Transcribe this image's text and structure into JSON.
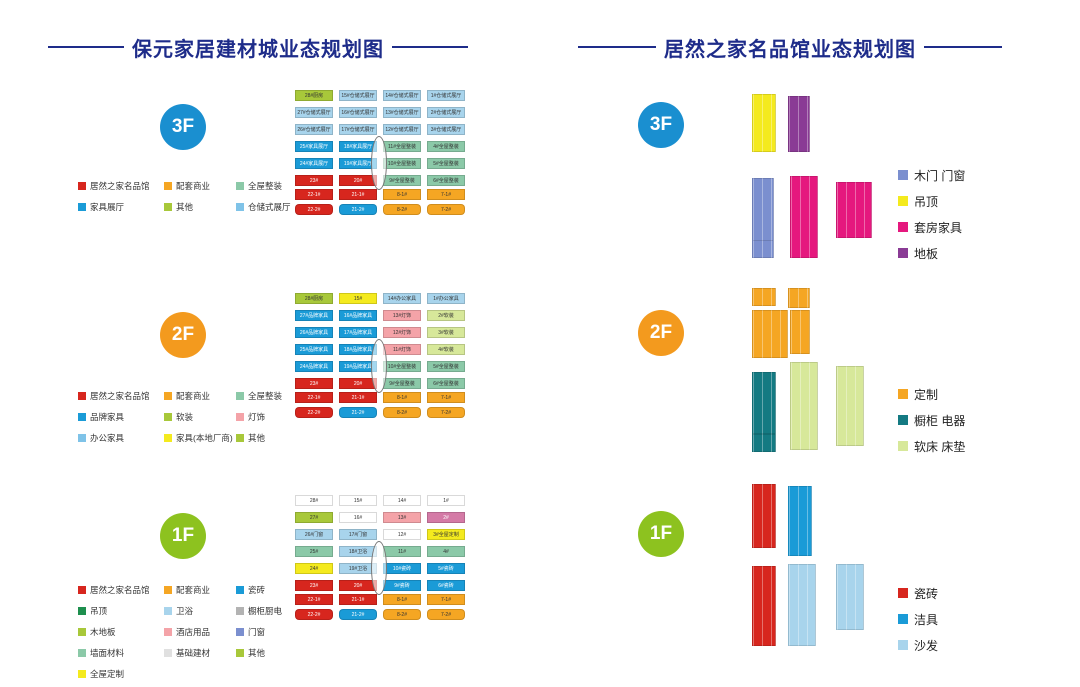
{
  "left_title": "保元家居建材城业态规划图",
  "right_title": "居然之家名品馆业态规划图",
  "colors": {
    "brand": "#1e2c8a",
    "3F": "#1a8fd0",
    "2F": "#f39a1e",
    "1F": "#8dc21f"
  },
  "floors": [
    {
      "label": "3F",
      "legend": [
        {
          "text": "居然之家名品馆",
          "color": "#d7261e"
        },
        {
          "text": "配套商业",
          "color": "#f5a623"
        },
        {
          "text": "全屋整装",
          "color": "#8bc9a8"
        },
        {
          "text": "家具展厅",
          "color": "#1a9bd7"
        },
        {
          "text": "其他",
          "color": "#a8c83a"
        },
        {
          "text": "仓储式展厅",
          "color": "#7fc3e8"
        }
      ],
      "grid": [
        [
          {
            "t": "28#厨房",
            "c": "#a8c83a"
          },
          {
            "t": "15#仓储式展厅",
            "c": "#a8d4ec"
          },
          {
            "t": "14#仓储式展厅",
            "c": "#a8d4ec"
          },
          {
            "t": "1#仓储式展厅",
            "c": "#a8d4ec"
          }
        ],
        [
          {
            "t": "27#仓储式展厅",
            "c": "#a8d4ec"
          },
          {
            "t": "16#仓储式展厅",
            "c": "#a8d4ec"
          },
          {
            "t": "13#仓储式展厅",
            "c": "#a8d4ec"
          },
          {
            "t": "2#仓储式展厅",
            "c": "#a8d4ec"
          }
        ],
        [
          {
            "t": "26#仓储式展厅",
            "c": "#a8d4ec"
          },
          {
            "t": "17#仓储式展厅",
            "c": "#a8d4ec"
          },
          {
            "t": "12#仓储式展厅",
            "c": "#a8d4ec"
          },
          {
            "t": "3#仓储式展厅",
            "c": "#a8d4ec"
          }
        ],
        [
          {
            "t": "25#家具展厅",
            "c": "#1a9bd7",
            "d": 1
          },
          {
            "t": "18#家具展厅",
            "c": "#1a9bd7",
            "d": 1
          },
          {
            "t": "11#全屋整装",
            "c": "#8bc9a8"
          },
          {
            "t": "4#全屋整装",
            "c": "#8bc9a8"
          }
        ],
        [
          {
            "t": "24#家具展厅",
            "c": "#1a9bd7",
            "d": 1
          },
          {
            "t": "19#家具展厅",
            "c": "#1a9bd7",
            "d": 1
          },
          {
            "t": "10#全屋整装",
            "c": "#8bc9a8"
          },
          {
            "t": "5#全屋整装",
            "c": "#8bc9a8"
          }
        ],
        [
          {
            "t": "23#",
            "c": "#d7261e",
            "d": 1
          },
          {
            "t": "20#",
            "c": "#d7261e",
            "d": 1
          },
          {
            "t": "9#全屋整装",
            "c": "#8bc9a8"
          },
          {
            "t": "6#全屋整装",
            "c": "#8bc9a8"
          }
        ],
        [
          {
            "t": "22-1#",
            "c": "#d7261e",
            "d": 1
          },
          {
            "t": "21-1#",
            "c": "#d7261e",
            "d": 1
          },
          {
            "t": "8-1#",
            "c": "#f5a623"
          },
          {
            "t": "7-1#",
            "c": "#f5a623"
          }
        ],
        [
          {
            "t": "22-2#",
            "c": "#d7261e",
            "d": 1
          },
          {
            "t": "21-2#",
            "c": "#1a9bd7",
            "d": 1
          },
          {
            "t": "8-2#",
            "c": "#f5a623"
          },
          {
            "t": "7-2#",
            "c": "#f5a623"
          }
        ]
      ],
      "right_legend": [
        {
          "text": "木门 门窗",
          "color": "#7b8fcf"
        },
        {
          "text": "吊顶",
          "color": "#f4ea1e"
        },
        {
          "text": "套房家具",
          "color": "#e5187e"
        },
        {
          "text": "地板",
          "color": "#8a3b95"
        }
      ]
    },
    {
      "label": "2F",
      "legend": [
        {
          "text": "居然之家名品馆",
          "color": "#d7261e"
        },
        {
          "text": "配套商业",
          "color": "#f5a623"
        },
        {
          "text": "全屋整装",
          "color": "#8bc9a8"
        },
        {
          "text": "品牌家具",
          "color": "#1a9bd7"
        },
        {
          "text": "软装",
          "color": "#a8c83a"
        },
        {
          "text": "灯饰",
          "color": "#f4a3a8"
        },
        {
          "text": "办公家具",
          "color": "#7fc3e8"
        },
        {
          "text": "家具(本地厂商)",
          "color": "#f4ea1e"
        },
        {
          "text": "其他",
          "color": "#a8c83a"
        }
      ],
      "grid": [
        [
          {
            "t": "28#厨房",
            "c": "#a8c83a"
          },
          {
            "t": "15#",
            "c": "#f4ea1e"
          },
          {
            "t": "14#办公家具",
            "c": "#a8d4ec"
          },
          {
            "t": "1#办公家具",
            "c": "#a8d4ec"
          }
        ],
        [
          {
            "t": "27#品牌家具",
            "c": "#1a9bd7",
            "d": 1
          },
          {
            "t": "16#品牌家具",
            "c": "#1a9bd7",
            "d": 1
          },
          {
            "t": "13#灯饰",
            "c": "#f4a3a8"
          },
          {
            "t": "2#软装",
            "c": "#d7e89a"
          }
        ],
        [
          {
            "t": "26#品牌家具",
            "c": "#1a9bd7",
            "d": 1
          },
          {
            "t": "17#品牌家具",
            "c": "#1a9bd7",
            "d": 1
          },
          {
            "t": "12#灯饰",
            "c": "#f4a3a8"
          },
          {
            "t": "3#软装",
            "c": "#d7e89a"
          }
        ],
        [
          {
            "t": "25#品牌家具",
            "c": "#1a9bd7",
            "d": 1
          },
          {
            "t": "18#品牌家具",
            "c": "#1a9bd7",
            "d": 1
          },
          {
            "t": "11#灯饰",
            "c": "#f4a3a8"
          },
          {
            "t": "4#软装",
            "c": "#d7e89a"
          }
        ],
        [
          {
            "t": "24#品牌家具",
            "c": "#1a9bd7",
            "d": 1
          },
          {
            "t": "19#品牌家具",
            "c": "#1a9bd7",
            "d": 1
          },
          {
            "t": "10#全屋整装",
            "c": "#8bc9a8"
          },
          {
            "t": "5#全屋整装",
            "c": "#8bc9a8"
          }
        ],
        [
          {
            "t": "23#",
            "c": "#d7261e",
            "d": 1
          },
          {
            "t": "20#",
            "c": "#d7261e",
            "d": 1
          },
          {
            "t": "9#全屋整装",
            "c": "#8bc9a8"
          },
          {
            "t": "6#全屋整装",
            "c": "#8bc9a8"
          }
        ],
        [
          {
            "t": "22-1#",
            "c": "#d7261e",
            "d": 1
          },
          {
            "t": "21-1#",
            "c": "#d7261e",
            "d": 1
          },
          {
            "t": "8-1#",
            "c": "#f5a623"
          },
          {
            "t": "7-1#",
            "c": "#f5a623"
          }
        ],
        [
          {
            "t": "22-2#",
            "c": "#d7261e",
            "d": 1
          },
          {
            "t": "21-2#",
            "c": "#1a9bd7",
            "d": 1
          },
          {
            "t": "8-2#",
            "c": "#f5a623"
          },
          {
            "t": "7-2#",
            "c": "#f5a623"
          }
        ]
      ],
      "right_legend": [
        {
          "text": "定制",
          "color": "#f5a623"
        },
        {
          "text": "橱柜 电器",
          "color": "#147a82"
        },
        {
          "text": "软床 床垫",
          "color": "#d7e89a"
        }
      ]
    },
    {
      "label": "1F",
      "legend": [
        {
          "text": "居然之家名品馆",
          "color": "#d7261e"
        },
        {
          "text": "配套商业",
          "color": "#f5a623"
        },
        {
          "text": "瓷砖",
          "color": "#1a9bd7"
        },
        {
          "text": "吊顶",
          "color": "#1e8f4e"
        },
        {
          "text": "卫浴",
          "color": "#a8d4ec"
        },
        {
          "text": "橱柜厨电",
          "color": "#b3b3b3"
        },
        {
          "text": "木地板",
          "color": "#a8c83a"
        },
        {
          "text": "酒店用品",
          "color": "#f4a3a8"
        },
        {
          "text": "门窗",
          "color": "#7b8fcf"
        },
        {
          "text": "墙面材料",
          "color": "#8bc9a8"
        },
        {
          "text": "基础建材",
          "color": "#e0e0e0"
        },
        {
          "text": "其他",
          "color": "#a8c83a"
        },
        {
          "text": "全屋定制",
          "color": "#f4ea1e"
        }
      ],
      "grid": [
        [
          {
            "t": "28#",
            "c": "#ffffff"
          },
          {
            "t": "15#",
            "c": "#ffffff"
          },
          {
            "t": "14#",
            "c": "#ffffff"
          },
          {
            "t": "1#",
            "c": "#ffffff"
          }
        ],
        [
          {
            "t": "27#",
            "c": "#a8c83a"
          },
          {
            "t": "16#",
            "c": "#ffffff"
          },
          {
            "t": "13#",
            "c": "#f4a3a8"
          },
          {
            "t": "2#",
            "c": "#d47aa6",
            "d": 1
          }
        ],
        [
          {
            "t": "26#门窗",
            "c": "#a8d4ec"
          },
          {
            "t": "17#门窗",
            "c": "#a8d4ec"
          },
          {
            "t": "12#",
            "c": "#ffffff"
          },
          {
            "t": "3#全屋定制",
            "c": "#f4ea1e"
          }
        ],
        [
          {
            "t": "25#",
            "c": "#8bc9a8"
          },
          {
            "t": "18#卫浴",
            "c": "#a8d4ec"
          },
          {
            "t": "11#",
            "c": "#8bc9a8"
          },
          {
            "t": "4#",
            "c": "#8bc9a8"
          }
        ],
        [
          {
            "t": "24#",
            "c": "#f4ea1e"
          },
          {
            "t": "19#卫浴",
            "c": "#a8d4ec"
          },
          {
            "t": "10#瓷砖",
            "c": "#1a9bd7",
            "d": 1
          },
          {
            "t": "5#瓷砖",
            "c": "#1a9bd7",
            "d": 1
          }
        ],
        [
          {
            "t": "23#",
            "c": "#d7261e",
            "d": 1
          },
          {
            "t": "20#",
            "c": "#d7261e",
            "d": 1
          },
          {
            "t": "9#瓷砖",
            "c": "#1a9bd7",
            "d": 1
          },
          {
            "t": "6#瓷砖",
            "c": "#1a9bd7",
            "d": 1
          }
        ],
        [
          {
            "t": "22-1#",
            "c": "#d7261e",
            "d": 1
          },
          {
            "t": "21-1#",
            "c": "#d7261e",
            "d": 1
          },
          {
            "t": "8-1#",
            "c": "#f5a623"
          },
          {
            "t": "7-1#",
            "c": "#f5a623"
          }
        ],
        [
          {
            "t": "22-2#",
            "c": "#d7261e",
            "d": 1
          },
          {
            "t": "21-2#",
            "c": "#1a9bd7",
            "d": 1
          },
          {
            "t": "8-2#",
            "c": "#f5a623"
          },
          {
            "t": "7-2#",
            "c": "#f5a623"
          }
        ]
      ],
      "right_legend": [
        {
          "text": "瓷砖",
          "color": "#d7261e"
        },
        {
          "text": "洁具",
          "color": "#1a9bd7"
        },
        {
          "text": "沙发",
          "color": "#a8d4ec"
        }
      ]
    }
  ]
}
